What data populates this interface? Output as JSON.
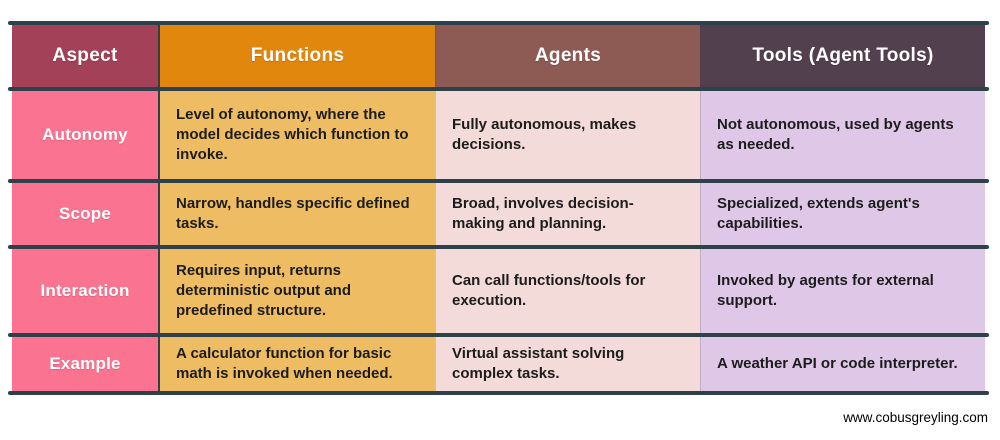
{
  "table": {
    "header": {
      "aspect": "Aspect",
      "functions": "Functions",
      "agents": "Agents",
      "tools": "Tools (Agent Tools)"
    },
    "rows": [
      {
        "aspect": "Autonomy",
        "functions": "Level of autonomy, where the model decides which function to invoke.",
        "agents": "Fully autonomous, makes decisions.",
        "tools": "Not autonomous, used by agents as needed."
      },
      {
        "aspect": "Scope",
        "functions": "Narrow, handles specific defined tasks.",
        "agents": "Broad, involves decision-making and planning.",
        "tools": "Specialized, extends agent's capabilities."
      },
      {
        "aspect": "Interaction",
        "functions": "Requires input, returns deterministic output and predefined structure.",
        "agents": "Can call functions/tools for execution.",
        "tools": "Invoked by agents for external support."
      },
      {
        "aspect": "Example",
        "functions": "A calculator function for basic math is invoked when needed.",
        "agents": "Virtual assistant solving complex tasks.",
        "tools": "A weather API or code interpreter."
      }
    ]
  },
  "footer": {
    "watermark": "www.cobusgreyling.com"
  },
  "colors": {
    "header_aspect_bg": "#a24157",
    "header_functions_bg": "#e1870d",
    "header_agents_bg": "#8e5b54",
    "header_tools_bg": "#53404e",
    "col_aspect_bg": "#fa7390",
    "col_functions_bg": "#eebc62",
    "col_agents_bg": "#f3dbd9",
    "col_tools_bg": "#dfc7e7",
    "border": "#2e4049",
    "header_text": "#ffffff",
    "body_text": "#1c1c1c"
  }
}
